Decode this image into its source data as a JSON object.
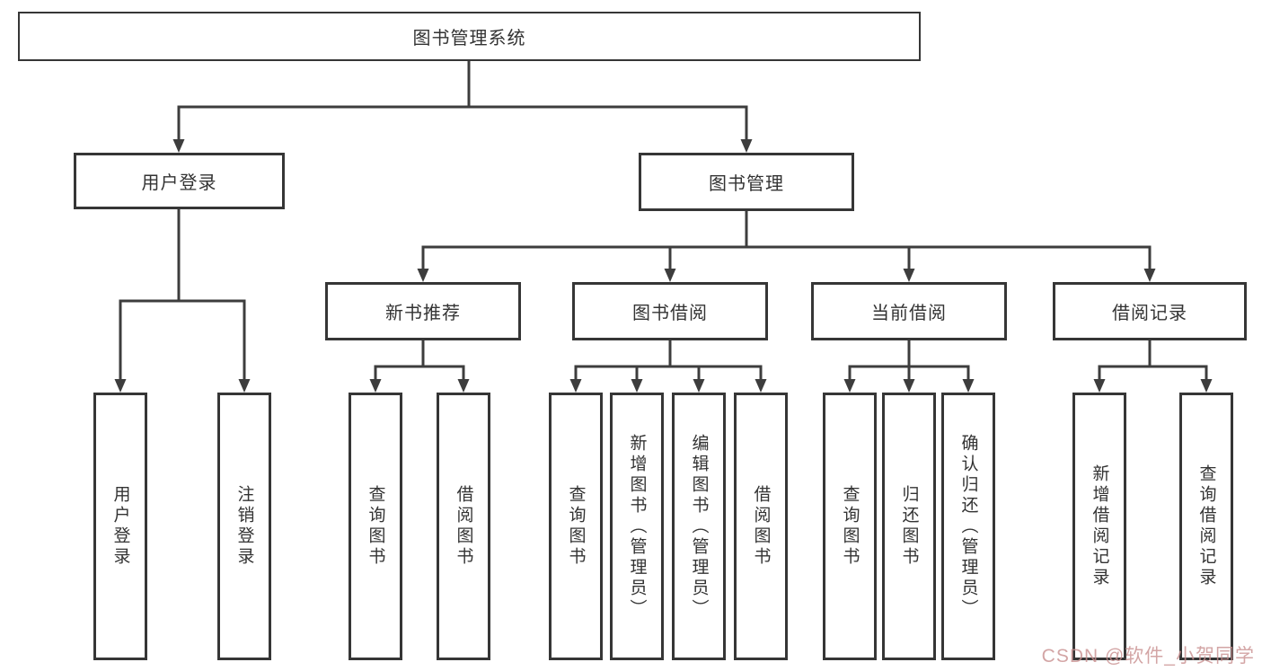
{
  "diagram": {
    "root": {
      "label": "图书管理系统"
    },
    "level2": [
      {
        "label": "用户登录"
      },
      {
        "label": "图书管理"
      }
    ],
    "level3": [
      {
        "label": "新书推荐"
      },
      {
        "label": "图书借阅"
      },
      {
        "label": "当前借阅"
      },
      {
        "label": "借阅记录"
      }
    ],
    "leaves": {
      "user_login": [
        "用户登录",
        "注销登录"
      ],
      "new_book": [
        "查询图书",
        "借阅图书"
      ],
      "borrow": [
        "查询图书",
        "新增图书（管理员）",
        "编辑图书（管理员）",
        "借阅图书"
      ],
      "current": [
        "查询图书",
        "归还图书",
        "确认归还（管理员）"
      ],
      "records": [
        "新增借阅记录",
        "查询借阅记录"
      ]
    },
    "colors": {
      "line": "#3d3d3d",
      "border": "#363636",
      "fill": "#ffffff",
      "text": "#333333",
      "watermark": "#c98f8f",
      "background": "#ffffff"
    }
  },
  "watermark": {
    "text": "CSDN @软件_小贺同学"
  }
}
